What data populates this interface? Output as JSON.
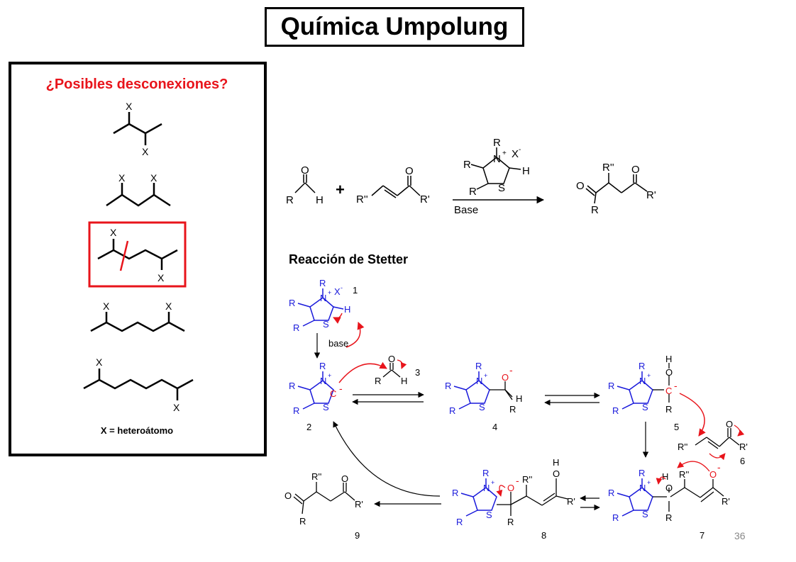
{
  "title": "Química Umpolung",
  "left_panel": {
    "heading": "¿Posibles desconexiones?",
    "atom_x": "X",
    "footnote": "X = heteroátomo"
  },
  "reaction": {
    "aldehyde_o": "O",
    "aldehyde_r": "R",
    "aldehyde_h": "H",
    "plus": "+",
    "enone_r2": "R''",
    "enone_o": "O",
    "enone_r1": "R'",
    "cat_r": "R",
    "cat_n": "N",
    "cat_plus": "+",
    "cat_x": "X",
    "cat_minus": "-",
    "cat_h": "H",
    "cat_s": "S",
    "base_label": "Base",
    "prod_o": "O",
    "prod_r": "R",
    "prod_r2": "R''",
    "prod_r1": "R'"
  },
  "mechanism": {
    "heading": "Reacción de Stetter",
    "base_label": "base",
    "numbers": [
      "1",
      "2",
      "3",
      "4",
      "5",
      "6",
      "7",
      "8",
      "9"
    ],
    "atoms": {
      "R": "R",
      "N": "N",
      "S": "S",
      "C": "C",
      "O": "O",
      "H": "H",
      "X": "X",
      "plus": "+",
      "minus": "-",
      "R1": "R'",
      "R2": "R''"
    }
  },
  "slide_number": "36",
  "colors": {
    "heading": "#e8141b",
    "highlight_box": "#e8141b",
    "blue": "#1a1adb",
    "red": "#e8141b"
  }
}
